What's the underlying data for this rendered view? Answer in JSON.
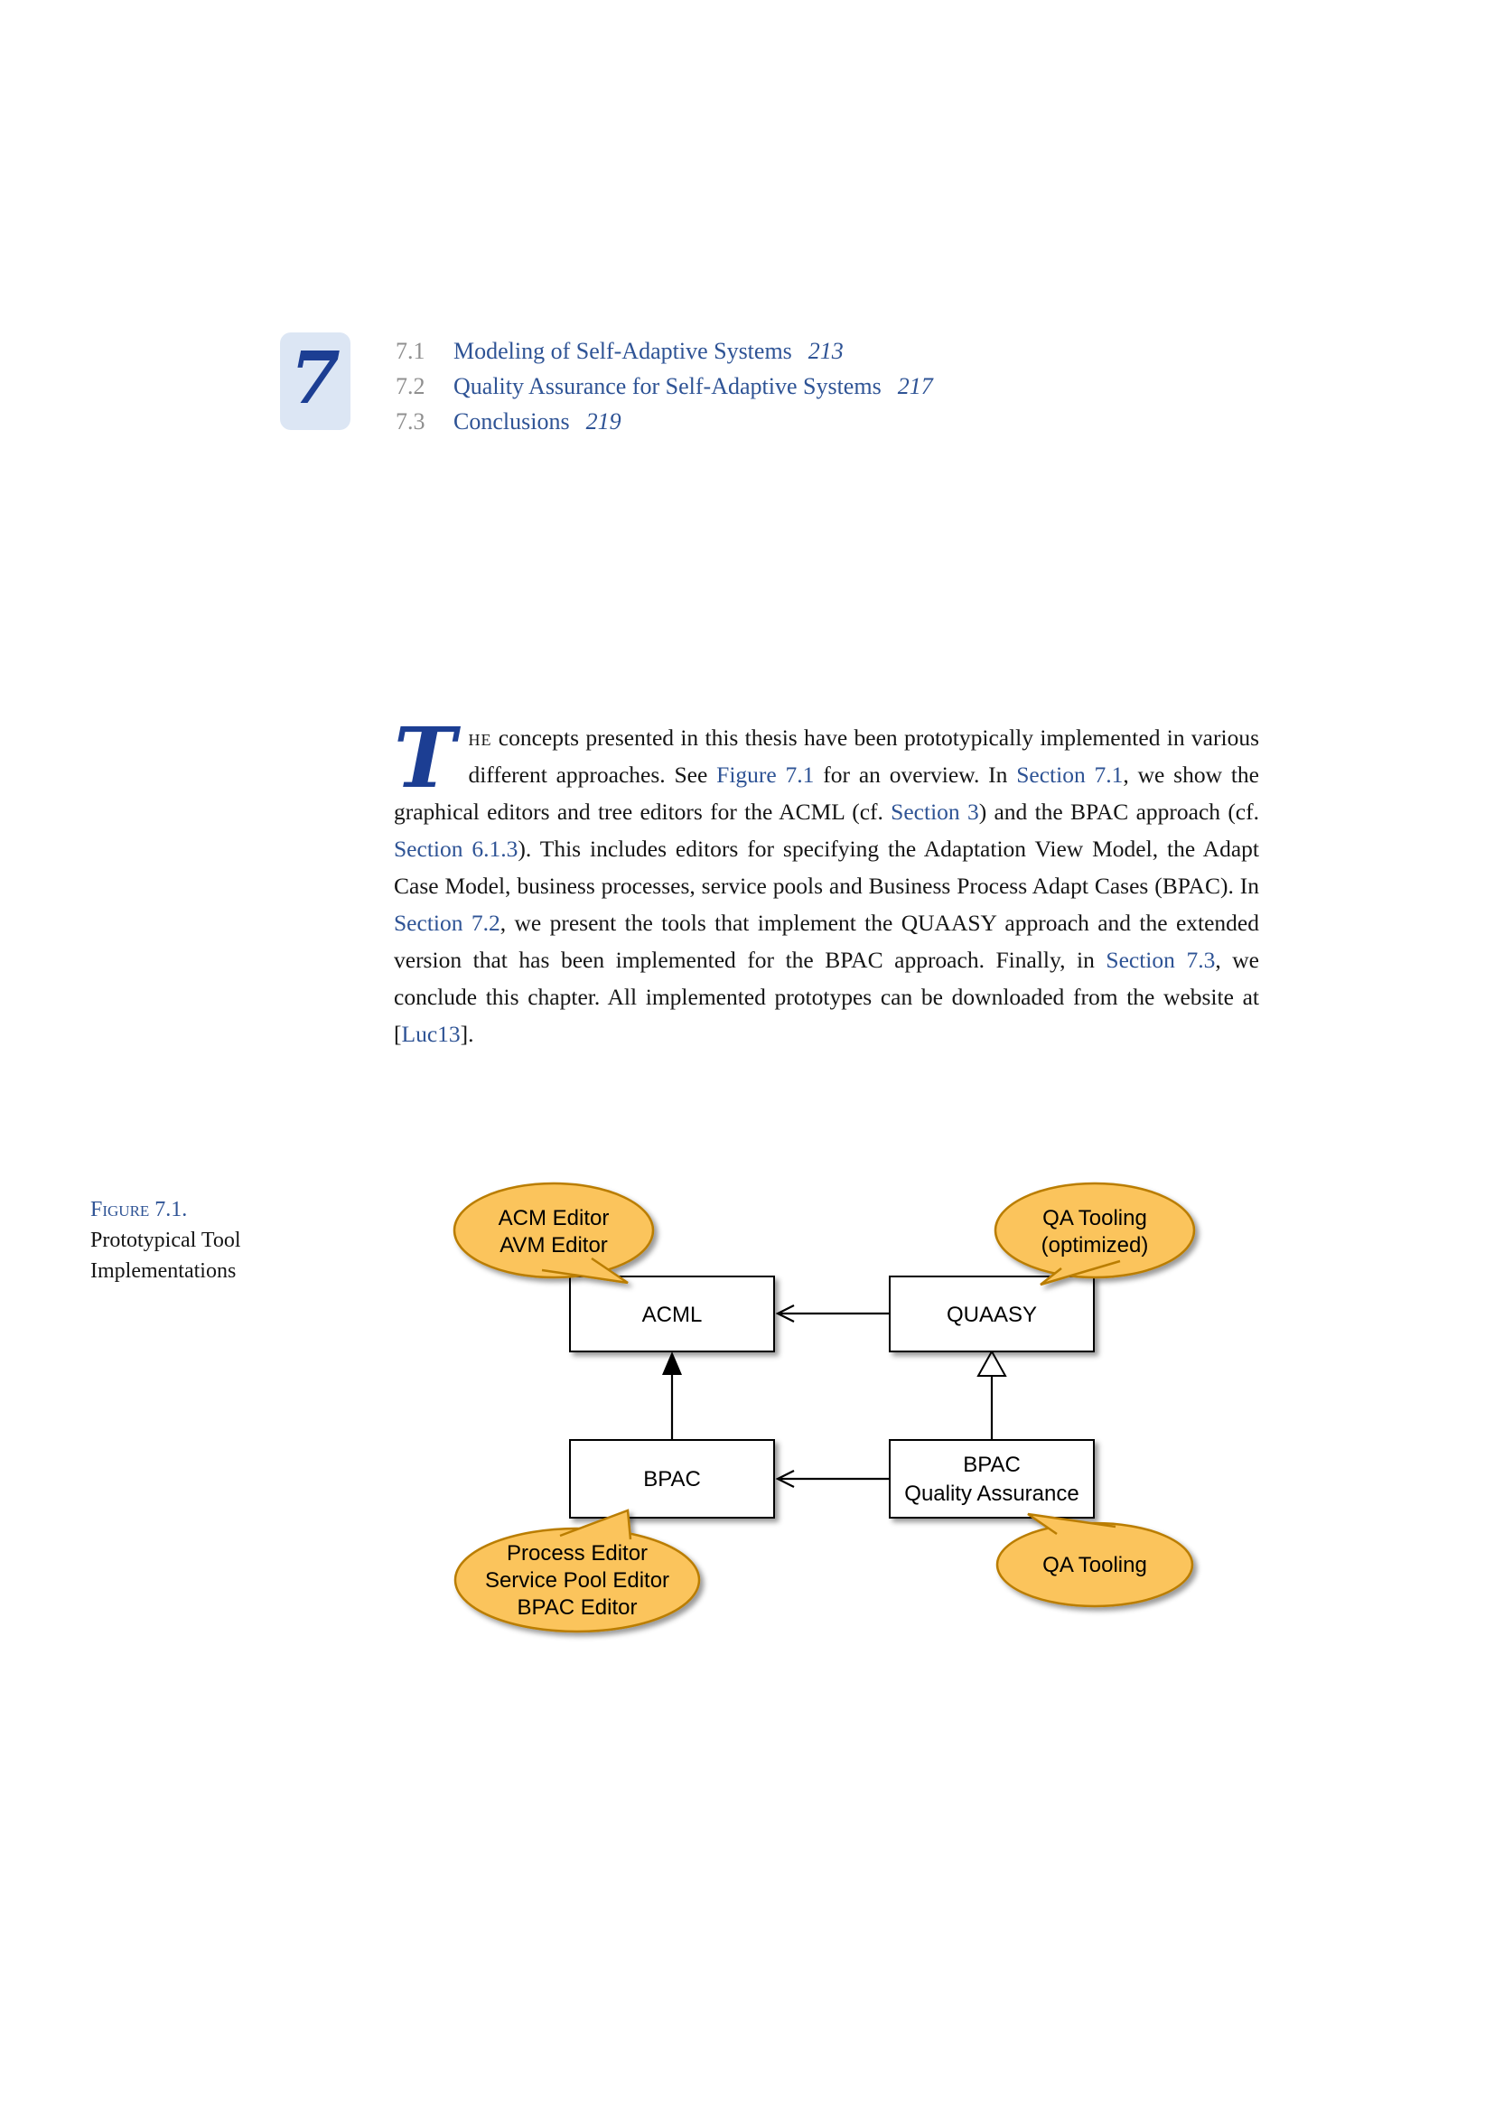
{
  "colors": {
    "accent": "#2E5395",
    "chapter_number": "#1C3E93",
    "chapter_box_bg": "#DCE6F4",
    "callout_fill": "#FBC45B",
    "callout_stroke": "#BA7D02"
  },
  "chapter": {
    "number": "7",
    "toc": [
      {
        "num": "7.1",
        "title": "Modeling of Self-Adaptive Systems",
        "page": "213"
      },
      {
        "num": "7.2",
        "title": "Quality Assurance for Self-Adaptive Systems",
        "page": "217"
      },
      {
        "num": "7.3",
        "title": "Conclusions",
        "page": "219"
      }
    ]
  },
  "body": {
    "dropcap": "T",
    "lead": "he",
    "segments": [
      {
        "t": " concepts presented in this thesis have been prototypically implemented in various different approaches. See "
      },
      {
        "t": "Figure 7.1",
        "link": true
      },
      {
        "t": " for an overview. In "
      },
      {
        "t": "Section 7.1",
        "link": true
      },
      {
        "t": ", we show the graphical editors and tree editors for the ACML (cf. "
      },
      {
        "t": "Section 3",
        "link": true
      },
      {
        "t": ") and the BPAC approach (cf. "
      },
      {
        "t": "Section 6.1.3",
        "link": true
      },
      {
        "t": "). This includes editors for specifying the Adaptation View Model, the Adapt Case Model, business processes, service pools and Business Process Adapt Cases (BPAC). In "
      },
      {
        "t": "Section 7.2",
        "link": true
      },
      {
        "t": ", we present the tools that implement the QUAASY approach and the extended version that has been implemented for the BPAC approach. Finally, in "
      },
      {
        "t": "Section 7.3",
        "link": true
      },
      {
        "t": ", we conclude this chapter. All implemented prototypes can be downloaded from the website at ["
      },
      {
        "t": "Luc13",
        "link": true
      },
      {
        "t": "]."
      }
    ]
  },
  "figure": {
    "caption_label": "Figure 7.1.",
    "caption_line1": "Prototypical Tool",
    "caption_line2": "Implementations",
    "boxes": {
      "acml": "ACML",
      "quaasy": "QUAASY",
      "bpac": "BPAC",
      "bpac_qa_line1": "BPAC",
      "bpac_qa_line2": "Quality Assurance"
    },
    "callouts": {
      "acm": [
        "ACM Editor",
        "AVM Editor"
      ],
      "qa_opt": [
        "QA Tooling",
        "(optimized)"
      ],
      "process": [
        "Process Editor",
        "Service Pool Editor",
        "BPAC Editor"
      ],
      "qa": [
        "QA Tooling"
      ]
    }
  }
}
